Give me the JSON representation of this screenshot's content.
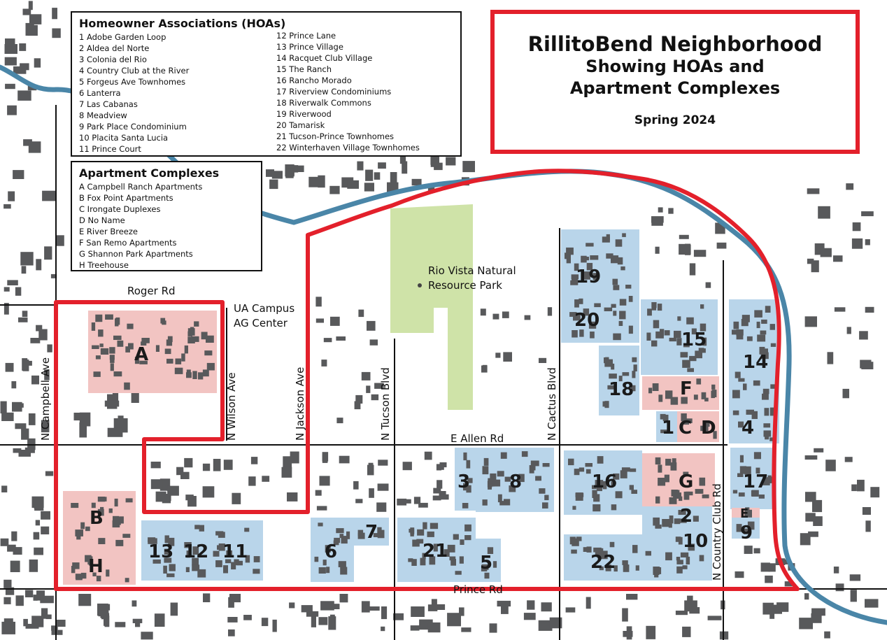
{
  "title": {
    "line1": "RillitoBend Neighborhood",
    "line2": "Showing HOAs and",
    "line3": "Apartment Complexes",
    "date": "Spring 2024"
  },
  "hoa_legend": {
    "title": "Homeowner Associations (HOAs)",
    "items": [
      "1 Adobe Garden Loop",
      "2 Aldea del Norte",
      "3 Colonia del Rio",
      "4 Country Club at the River",
      "5 Forgeus Ave Townhomes",
      "6 Lanterra",
      "7 Las Cabanas",
      "8 Meadview",
      "9 Park Place Condominium",
      "10 Placita Santa Lucia",
      "11 Prince Court",
      "12 Prince Lane",
      "13 Prince Village",
      "14 Racquet Club Village",
      "15 The Ranch",
      "16 Rancho Morado",
      "17 Riverview Condominiums",
      "18 Riverwalk Commons",
      "19 Riverwood",
      "20 Tamarisk",
      "21 Tucson-Prince Townhomes",
      "22 Winterhaven Village Townhomes"
    ]
  },
  "apt_legend": {
    "title": "Apartment Complexes",
    "items": [
      "A Campbell Ranch Apartments",
      "B Fox Point Apartments",
      "C Irongate Duplexes",
      "D No Name",
      "E River Breeze",
      "F San Remo Apartments",
      "G Shannon Park Apartments",
      "H Treehouse"
    ]
  },
  "roads": {
    "roger": "Roger Rd",
    "allen": "E Allen Rd",
    "prince": "Prince Rd",
    "campbell": "N Campbell Ave",
    "wilson": "N Wilson Ave",
    "jackson": "N Jackson Ave",
    "tucson": "N Tucson Blvd",
    "cactus": "N Cactus Blvd",
    "country_club": "N Country Club Rd"
  },
  "places": {
    "ua_line1": "UA Campus",
    "ua_line2": "AG Center",
    "park_line1": "Rio Vista Natural",
    "park_line2": "Resource Park"
  },
  "hoa_zones": [
    {
      "id": "19",
      "label": "19"
    },
    {
      "id": "20",
      "label": "20"
    },
    {
      "id": "15",
      "label": "15"
    },
    {
      "id": "14",
      "label": "14"
    },
    {
      "id": "18",
      "label": "18"
    },
    {
      "id": "1",
      "label": "1"
    },
    {
      "id": "4",
      "label": "4"
    },
    {
      "id": "3",
      "label": "3"
    },
    {
      "id": "8",
      "label": "8"
    },
    {
      "id": "16",
      "label": "16"
    },
    {
      "id": "17",
      "label": "17"
    },
    {
      "id": "2",
      "label": "2"
    },
    {
      "id": "10",
      "label": "10"
    },
    {
      "id": "9",
      "label": "9"
    },
    {
      "id": "7",
      "label": "7"
    },
    {
      "id": "6",
      "label": "6"
    },
    {
      "id": "21",
      "label": "21"
    },
    {
      "id": "5",
      "label": "5"
    },
    {
      "id": "22",
      "label": "22"
    },
    {
      "id": "13",
      "label": "13"
    },
    {
      "id": "12",
      "label": "12"
    },
    {
      "id": "11",
      "label": "11"
    }
  ],
  "apt_zones": [
    {
      "id": "A",
      "label": "A"
    },
    {
      "id": "B",
      "label": "B"
    },
    {
      "id": "H",
      "label": "H"
    },
    {
      "id": "F",
      "label": "F"
    },
    {
      "id": "C",
      "label": "C"
    },
    {
      "id": "D",
      "label": "D"
    },
    {
      "id": "G",
      "label": "G"
    },
    {
      "id": "E",
      "label": "E"
    }
  ],
  "colors": {
    "hoa": "#b9d5ea",
    "apartment": "#f2c4c2",
    "park": "#cfe3a8",
    "river": "#4a86a8",
    "boundary": "#e3202b",
    "building": "#58595b",
    "road": "#111111"
  }
}
